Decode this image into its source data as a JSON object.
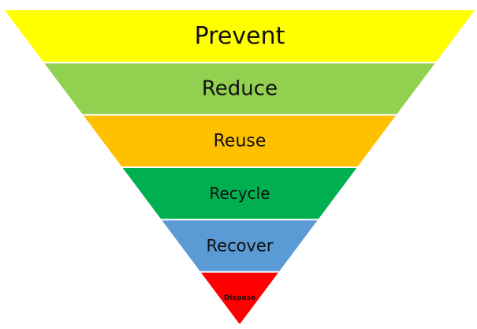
{
  "diagram": {
    "type": "inverted-pyramid",
    "levels": [
      {
        "label": "Prevent",
        "color": "#FFFF00"
      },
      {
        "label": "Reduce",
        "color": "#92D050"
      },
      {
        "label": "Reuse",
        "color": "#FFC000"
      },
      {
        "label": "Recycle",
        "color": "#00B050"
      },
      {
        "label": "Recover",
        "color": "#5B9BD5"
      },
      {
        "label": "Dispose",
        "color": "#FF0000"
      }
    ]
  }
}
